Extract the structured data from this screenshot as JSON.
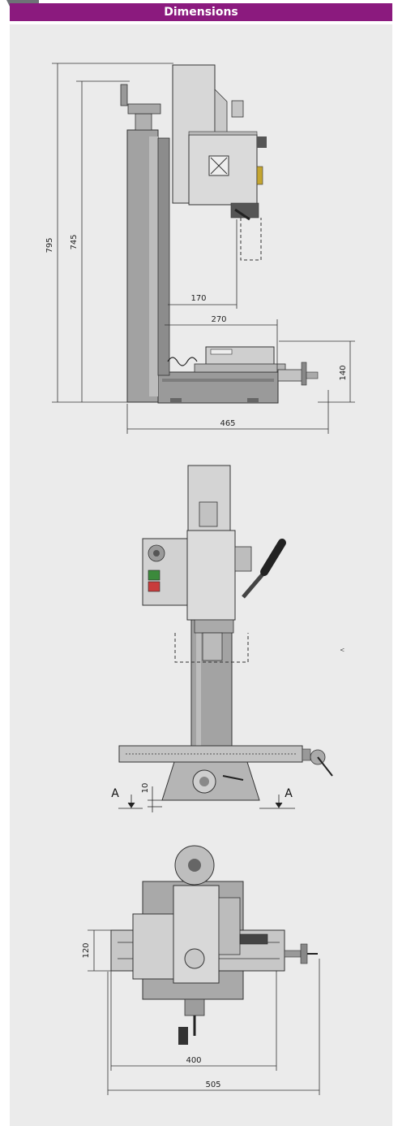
{
  "header": {
    "title": "Dimensions"
  },
  "side_view": {
    "dimensions": {
      "overall_height": "795",
      "column_height": "745",
      "spindle_reach": "170",
      "table_reach": "270",
      "table_height": "140",
      "overall_depth": "465"
    }
  },
  "front_view": {
    "dimensions": {
      "section_offset": "10"
    },
    "section_label": "A",
    "side_mark": "V"
  },
  "top_view": {
    "dimensions": {
      "table_width": "120",
      "table_travel": "400",
      "overall_length": "505"
    }
  },
  "colors": {
    "header_bg": "#8b1a7e",
    "panel_bg": "#ebebeb"
  }
}
